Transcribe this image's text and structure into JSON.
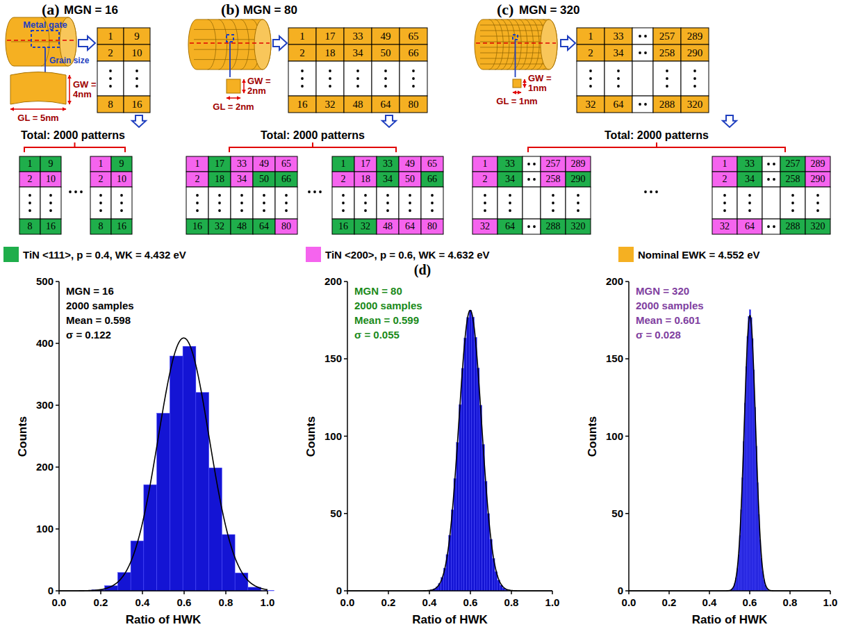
{
  "diagram": {
    "labels": [
      "(a)",
      "MGN = 16",
      "Metal gate",
      "Grain size",
      "GW = 4nm",
      "GL = 5nm",
      "1",
      "9",
      "2",
      "10",
      "8",
      "16",
      "Total: 2000 patterns",
      "1",
      "9",
      "2",
      "10",
      "8",
      "16",
      "1",
      "9",
      "2",
      "10",
      "8",
      "16",
      "(b)",
      "MGN = 80",
      "GW = 2nm",
      "GL = 2nm",
      "1",
      "17",
      "33",
      "49",
      "65",
      "2",
      "18",
      "34",
      "50",
      "66",
      "16",
      "32",
      "48",
      "64",
      "80",
      "Total: 2000 patterns",
      "1",
      "17",
      "33",
      "49",
      "65",
      "2",
      "18",
      "34",
      "50",
      "66",
      "16",
      "32",
      "48",
      "64",
      "80",
      "1",
      "17",
      "33",
      "49",
      "65",
      "2",
      "18",
      "34",
      "50",
      "66",
      "16",
      "32",
      "48",
      "64",
      "80",
      "(c)",
      "MGN = 320",
      "GW = 1nm",
      "GL = 1nm",
      "1",
      "33",
      "257",
      "289",
      "2",
      "34",
      "258",
      "290",
      "32",
      "64",
      "288",
      "320",
      "Total: 2000 patterns",
      "1",
      "33",
      "257",
      "289",
      "2",
      "34",
      "258",
      "290",
      "32",
      "64",
      "288",
      "320",
      "1",
      "33",
      "257",
      "289",
      "2",
      "34",
      "258",
      "290",
      "32",
      "64",
      "288",
      "320",
      "(d)",
      "MGN = 16",
      "2000 samples",
      "Mean = 0.598",
      "σ = 0.122",
      "0",
      "100",
      "200",
      "300",
      "400",
      "500",
      "0.0",
      "0.2",
      "0.4",
      "0.6",
      "0.8",
      "1.0",
      "Counts",
      "Ratio of HWK",
      "MGN = 80",
      "2000 samples",
      "Mean = 0.599",
      "σ = 0.055",
      "0",
      "50",
      "100",
      "150",
      "200",
      "0.0",
      "0.2",
      "0.4",
      "0.6",
      "0.8",
      "1.0",
      "Counts",
      "Ratio of HWK",
      "MGN = 320",
      "2000 samples",
      "Mean = 0.601",
      "σ = 0.028",
      "0",
      "50",
      "100",
      "150",
      "200",
      "0.0",
      "0.2",
      "0.4",
      "0.6",
      "0.8",
      "1.0",
      "Counts",
      "Ratio of HWK"
    ],
    "legend": [
      {
        "text": "TiN <111>, p = 0.4, WK = 4.432 eV",
        "color": "#1fae4b"
      },
      {
        "text": "TiN <200>, p = 0.6, WK = 4.632 eV",
        "color": "#f564ee"
      },
      {
        "text": "Nominal EWK = 4.552 eV",
        "color": "#f5b022"
      }
    ]
  }
}
